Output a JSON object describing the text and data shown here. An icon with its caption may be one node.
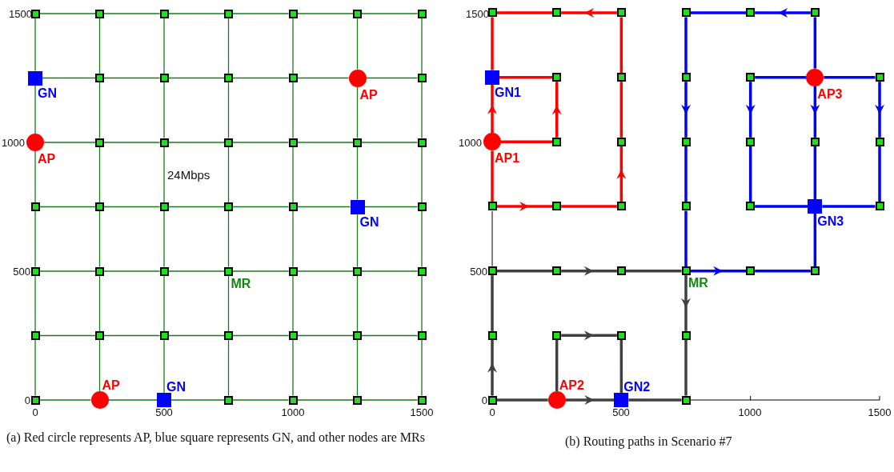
{
  "diagram": {
    "nodes": [
      {
        "text": [],
        "shape": "box"
      },
      {
        "text": [],
        "shape": "box"
      },
      {
        "text": [],
        "shape": "box"
      },
      {
        "text": [],
        "shape": "box"
      },
      {
        "text": [],
        "shape": "box"
      },
      {
        "text": [],
        "shape": "box"
      },
      {
        "text": [],
        "shape": "box"
      },
      {
        "text": [
          "GN"
        ]
      },
      {
        "text": [],
        "shape": "box"
      },
      {
        "text": [],
        "shape": "box"
      },
      {
        "text": [],
        "shape": "box"
      },
      {
        "text": [],
        "shape": "box"
      },
      {
        "text": [
          "AP"
        ]
      },
      {
        "text": [],
        "shape": "box"
      },
      {
        "text": [
          "AP"
        ]
      },
      {
        "text": [],
        "shape": "box"
      },
      {
        "text": [],
        "shape": "box"
      },
      {
        "text": [],
        "shape": "box"
      },
      {
        "text": [],
        "shape": "box"
      },
      {
        "text": [],
        "shape": "box"
      },
      {
        "text": [],
        "shape": "box"
      },
      {
        "text": [],
        "shape": "box"
      },
      {
        "text": [],
        "shape": "box"
      },
      {
        "text": [],
        "shape": "box"
      },
      {
        "text": [],
        "shape": "box"
      },
      {
        "text": [],
        "shape": "box"
      },
      {
        "text": [
          "GN"
        ]
      },
      {
        "text": [],
        "shape": "box"
      },
      {
        "text": [],
        "shape": "box"
      },
      {
        "text": [],
        "shape": "box"
      },
      {
        "text": [],
        "shape": "box"
      },
      {
        "text": [
          "MR"
        ]
      },
      {
        "text": [],
        "shape": "box"
      },
      {
        "text": [],
        "shape": "box"
      },
      {
        "text": [],
        "shape": "box"
      },
      {
        "text": [],
        "shape": "box"
      },
      {
        "text": [],
        "shape": "box"
      },
      {
        "text": [],
        "shape": "box"
      },
      {
        "text": [],
        "shape": "box"
      },
      {
        "text": [],
        "shape": "box"
      },
      {
        "text": [],
        "shape": "box"
      },
      {
        "text": [],
        "shape": "box"
      },
      {
        "text": [],
        "shape": "box"
      },
      {
        "text": [
          "AP"
        ]
      },
      {
        "text": [
          "GN"
        ]
      },
      {
        "text": [],
        "shape": "box"
      },
      {
        "text": [],
        "shape": "box"
      },
      {
        "text": [],
        "shape": "box"
      },
      {
        "text": [],
        "shape": "box"
      },
      {
        "text": [],
        "shape": "box"
      },
      {
        "text": [],
        "shape": "box"
      },
      {
        "text": [],
        "shape": "box"
      },
      {
        "text": [],
        "shape": "box"
      },
      {
        "text": [],
        "shape": "box"
      },
      {
        "text": [],
        "shape": "box"
      },
      {
        "text": [
          "GN1"
        ]
      },
      {
        "text": [],
        "shape": "box"
      },
      {
        "text": [],
        "shape": "box"
      },
      {
        "text": [],
        "shape": "box"
      },
      {
        "text": [],
        "shape": "box"
      },
      {
        "text": [
          "AP3"
        ]
      },
      {
        "text": [],
        "shape": "box"
      },
      {
        "text": [
          "AP1"
        ]
      },
      {
        "text": [],
        "shape": "box"
      },
      {
        "text": [],
        "shape": "box"
      },
      {
        "text": [],
        "shape": "box"
      },
      {
        "text": [],
        "shape": "box"
      },
      {
        "text": [],
        "shape": "box"
      },
      {
        "text": [],
        "shape": "box"
      },
      {
        "text": [],
        "shape": "box"
      },
      {
        "text": [],
        "shape": "box"
      },
      {
        "text": [],
        "shape": "box"
      },
      {
        "text": [],
        "shape": "box"
      },
      {
        "text": [],
        "shape": "box"
      },
      {
        "text": [
          "GN3"
        ]
      },
      {
        "text": [],
        "shape": "box"
      },
      {
        "text": [],
        "shape": "box"
      },
      {
        "text": [],
        "shape": "box"
      },
      {
        "text": [],
        "shape": "box"
      },
      {
        "text": [
          "MR"
        ]
      },
      {
        "text": [],
        "shape": "box"
      },
      {
        "text": [],
        "shape": "box"
      },
      {
        "text": [],
        "shape": "box"
      },
      {
        "text": [],
        "shape": "box"
      },
      {
        "text": [],
        "shape": "box"
      },
      {
        "text": [],
        "shape": "box"
      },
      {
        "text": [],
        "shape": "box"
      },
      {
        "text": [
          "AP2"
        ]
      },
      {
        "text": [
          "GN2"
        ]
      },
      {
        "text": [],
        "shape": "box"
      }
    ],
    "edges": [
      {
        "from": 0,
        "to": 1,
        "arrow": "none"
      },
      {
        "from": 1,
        "to": 2,
        "arrow": "none"
      },
      {
        "from": 2,
        "to": 3,
        "arrow": "none"
      },
      {
        "from": 3,
        "to": 4,
        "arrow": "none"
      },
      {
        "from": 4,
        "to": 5,
        "arrow": "none"
      },
      {
        "from": 5,
        "to": 6,
        "arrow": "none"
      },
      {
        "from": 7,
        "to": 8,
        "arrow": "none"
      },
      {
        "from": 8,
        "to": 9,
        "arrow": "none"
      },
      {
        "from": 9,
        "to": 10,
        "arrow": "none"
      },
      {
        "from": 10,
        "to": 11,
        "arrow": "none"
      },
      {
        "from": 11,
        "to": 12,
        "arrow": "none"
      },
      {
        "from": 12,
        "to": 13,
        "arrow": "none"
      },
      {
        "from": 14,
        "to": 15,
        "arrow": "none"
      },
      {
        "from": 15,
        "to": 16,
        "arrow": "none"
      },
      {
        "from": 16,
        "to": 17,
        "arrow": "none"
      },
      {
        "from": 17,
        "to": 18,
        "arrow": "none"
      },
      {
        "from": 18,
        "to": 19,
        "arrow": "none"
      },
      {
        "from": 19,
        "to": 20,
        "arrow": "none"
      },
      {
        "from": 21,
        "to": 22,
        "arrow": "none"
      },
      {
        "from": 22,
        "to": 23,
        "arrow": "none"
      },
      {
        "from": 23,
        "to": 24,
        "arrow": "none"
      },
      {
        "from": 24,
        "to": 25,
        "arrow": "none"
      },
      {
        "from": 25,
        "to": 26,
        "arrow": "none"
      },
      {
        "from": 26,
        "to": 27,
        "arrow": "none"
      },
      {
        "from": 28,
        "to": 29,
        "arrow": "none"
      },
      {
        "from": 29,
        "to": 30,
        "arrow": "none"
      },
      {
        "from": 30,
        "to": 31,
        "arrow": "none"
      },
      {
        "from": 31,
        "to": 32,
        "arrow": "none"
      },
      {
        "from": 32,
        "to": 33,
        "arrow": "none"
      },
      {
        "from": 33,
        "to": 34,
        "arrow": "none"
      },
      {
        "from": 35,
        "to": 36,
        "arrow": "none"
      },
      {
        "from": 36,
        "to": 37,
        "arrow": "none"
      },
      {
        "from": 37,
        "to": 38,
        "arrow": "none"
      },
      {
        "from": 38,
        "to": 39,
        "arrow": "none"
      },
      {
        "from": 39,
        "to": 40,
        "arrow": "none"
      },
      {
        "from": 40,
        "to": 41,
        "arrow": "none"
      },
      {
        "from": 42,
        "to": 43,
        "arrow": "none"
      },
      {
        "from": 43,
        "to": 44,
        "arrow": "none"
      },
      {
        "from": 44,
        "to": 45,
        "arrow": "none"
      },
      {
        "from": 45,
        "to": 46,
        "arrow": "none"
      },
      {
        "from": 46,
        "to": 47,
        "arrow": "none"
      },
      {
        "from": 47,
        "to": 48,
        "arrow": "none"
      },
      {
        "from": 0,
        "to": 7,
        "arrow": "none"
      },
      {
        "from": 1,
        "to": 8,
        "arrow": "none"
      },
      {
        "from": 2,
        "to": 9,
        "arrow": "none"
      },
      {
        "from": 3,
        "to": 10,
        "arrow": "none"
      },
      {
        "from": 4,
        "to": 11,
        "arrow": "none"
      },
      {
        "from": 5,
        "to": 12,
        "arrow": "none"
      },
      {
        "from": 6,
        "to": 13,
        "arrow": "none"
      },
      {
        "from": 7,
        "to": 14,
        "arrow": "none"
      },
      {
        "from": 8,
        "to": 15,
        "arrow": "none"
      },
      {
        "from": 9,
        "to": 16,
        "arrow": "none"
      },
      {
        "from": 10,
        "to": 17,
        "arrow": "none"
      },
      {
        "from": 11,
        "to": 18,
        "arrow": "none"
      },
      {
        "from": 12,
        "to": 19,
        "arrow": "none"
      },
      {
        "from": 13,
        "to": 20,
        "arrow": "none"
      },
      {
        "from": 14,
        "to": 21,
        "arrow": "none"
      },
      {
        "from": 15,
        "to": 22,
        "arrow": "none"
      },
      {
        "from": 16,
        "to": 23,
        "arrow": "none"
      },
      {
        "from": 17,
        "to": 24,
        "arrow": "none"
      },
      {
        "from": 18,
        "to": 25,
        "arrow": "none"
      },
      {
        "from": 19,
        "to": 26,
        "arrow": "none"
      },
      {
        "from": 20,
        "to": 27,
        "arrow": "none"
      },
      {
        "from": 21,
        "to": 28,
        "arrow": "none"
      },
      {
        "from": 22,
        "to": 29,
        "arrow": "none"
      },
      {
        "from": 23,
        "to": 30,
        "arrow": "none"
      },
      {
        "from": 24,
        "to": 31,
        "arrow": "none"
      },
      {
        "from": 25,
        "to": 32,
        "arrow": "none"
      },
      {
        "from": 26,
        "to": 33,
        "arrow": "none"
      },
      {
        "from": 27,
        "to": 34,
        "arrow": "none"
      },
      {
        "from": 28,
        "to": 35,
        "arrow": "none"
      },
      {
        "from": 29,
        "to": 36,
        "arrow": "none"
      },
      {
        "from": 30,
        "to": 37,
        "arrow": "none"
      },
      {
        "from": 31,
        "to": 38,
        "arrow": "none"
      },
      {
        "from": 32,
        "to": 39,
        "arrow": "none"
      },
      {
        "from": 33,
        "to": 40,
        "arrow": "none"
      },
      {
        "from": 34,
        "to": 41,
        "arrow": "none"
      },
      {
        "from": 35,
        "to": 42,
        "arrow": "none"
      },
      {
        "from": 36,
        "to": 43,
        "arrow": "none"
      },
      {
        "from": 37,
        "to": 44,
        "arrow": "none"
      },
      {
        "from": 38,
        "to": 45,
        "arrow": "none"
      },
      {
        "from": 39,
        "to": 46,
        "arrow": "none"
      },
      {
        "from": 40,
        "to": 47,
        "arrow": "none"
      },
      {
        "from": 41,
        "to": 48,
        "arrow": "none"
      },
      {
        "from": 62,
        "to": 55,
        "arrow": "to",
        "style": "thick",
        "color": "#ff0000"
      },
      {
        "from": 62,
        "to": 63,
        "arrow": "none",
        "style": "thick",
        "color": "#ff0000"
      },
      {
        "from": 63,
        "to": 56,
        "arrow": "to",
        "style": "thick",
        "color": "#ff0000"
      },
      {
        "from": 56,
        "to": 55,
        "arrow": "none",
        "style": "thick",
        "color": "#ff0000"
      },
      {
        "from": 62,
        "to": 69,
        "arrow": "none",
        "style": "thick",
        "color": "#ff0000"
      },
      {
        "from": 69,
        "to": 70,
        "arrow": "to",
        "style": "thick",
        "color": "#ff0000"
      },
      {
        "from": 70,
        "to": 71,
        "arrow": "none",
        "style": "thick",
        "color": "#ff0000"
      },
      {
        "from": 71,
        "to": 64,
        "arrow": "to",
        "style": "thick",
        "color": "#ff0000"
      },
      {
        "from": 64,
        "to": 57,
        "arrow": "none",
        "style": "thick",
        "color": "#ff0000"
      },
      {
        "from": 57,
        "to": 51,
        "arrow": "none",
        "style": "thick",
        "color": "#ff0000"
      },
      {
        "from": 51,
        "to": 50,
        "arrow": "to",
        "style": "thick",
        "color": "#ff0000"
      },
      {
        "from": 50,
        "to": 49,
        "arrow": "none",
        "style": "thick",
        "color": "#ff0000"
      },
      {
        "from": 49,
        "to": 55,
        "arrow": "none",
        "style": "thick",
        "color": "#ff0000"
      },
      {
        "from": 87,
        "to": 86,
        "arrow": "none",
        "style": "thick",
        "color": "#404040"
      },
      {
        "from": 86,
        "to": 82,
        "arrow": "to",
        "style": "thick",
        "color": "#404040"
      },
      {
        "from": 82,
        "to": 76,
        "arrow": "none",
        "style": "thick",
        "color": "#404040"
      },
      {
        "from": 76,
        "to": 77,
        "arrow": "none",
        "style": "thick",
        "color": "#404040"
      },
      {
        "from": 77,
        "to": 78,
        "arrow": "to",
        "style": "thick",
        "color": "#404040"
      },
      {
        "from": 78,
        "to": 79,
        "arrow": "none",
        "style": "thick",
        "color": "#404040"
      },
      {
        "from": 79,
        "to": 85,
        "arrow": "to",
        "style": "thick",
        "color": "#404040"
      },
      {
        "from": 85,
        "to": 89,
        "arrow": "none",
        "style": "thick",
        "color": "#404040"
      },
      {
        "from": 89,
        "to": 88,
        "arrow": "none",
        "style": "thick",
        "color": "#404040"
      },
      {
        "from": 87,
        "to": 88,
        "arrow": "to",
        "style": "thick",
        "color": "#404040"
      },
      {
        "from": 87,
        "to": 83,
        "arrow": "none",
        "style": "thick",
        "color": "#404040"
      },
      {
        "from": 83,
        "to": 84,
        "arrow": "to",
        "style": "thick",
        "color": "#404040"
      },
      {
        "from": 84,
        "to": 88,
        "arrow": "none",
        "style": "thick",
        "color": "#404040"
      },
      {
        "from": 60,
        "to": 54,
        "arrow": "none",
        "style": "thick",
        "color": "#0000ff"
      },
      {
        "from": 54,
        "to": 53,
        "arrow": "to",
        "style": "thick",
        "color": "#0000ff"
      },
      {
        "from": 53,
        "to": 52,
        "arrow": "none",
        "style": "thick",
        "color": "#0000ff"
      },
      {
        "from": 52,
        "to": 58,
        "arrow": "none",
        "style": "thick",
        "color": "#0000ff"
      },
      {
        "from": 58,
        "to": 65,
        "arrow": "to",
        "style": "thick",
        "color": "#0000ff"
      },
      {
        "from": 65,
        "to": 72,
        "arrow": "none",
        "style": "thick",
        "color": "#0000ff"
      },
      {
        "from": 72,
        "to": 79,
        "arrow": "none",
        "style": "thick",
        "color": "#0000ff"
      },
      {
        "from": 79,
        "to": 80,
        "arrow": "to",
        "style": "thick",
        "color": "#0000ff"
      },
      {
        "from": 80,
        "to": 81,
        "arrow": "none",
        "style": "thick",
        "color": "#0000ff"
      },
      {
        "from": 81,
        "to": 74,
        "arrow": "none",
        "style": "thick",
        "color": "#0000ff"
      },
      {
        "from": 60,
        "to": 59,
        "arrow": "none",
        "style": "thick",
        "color": "#0000ff"
      },
      {
        "from": 59,
        "to": 66,
        "arrow": "to",
        "style": "thick",
        "color": "#0000ff"
      },
      {
        "from": 66,
        "to": 73,
        "arrow": "none",
        "style": "thick",
        "color": "#0000ff"
      },
      {
        "from": 73,
        "to": 74,
        "arrow": "none",
        "style": "thick",
        "color": "#0000ff"
      },
      {
        "from": 60,
        "to": 67,
        "arrow": "to",
        "style": "thick",
        "color": "#0000ff"
      },
      {
        "from": 67,
        "to": 74,
        "arrow": "none",
        "style": "thick",
        "color": "#0000ff"
      },
      {
        "from": 60,
        "to": 61,
        "arrow": "none",
        "style": "thick",
        "color": "#0000ff"
      },
      {
        "from": 61,
        "to": 68,
        "arrow": "to",
        "style": "thick",
        "color": "#0000ff"
      },
      {
        "from": 68,
        "to": 75,
        "arrow": "none",
        "style": "thick",
        "color": "#0000ff"
      },
      {
        "from": 75,
        "to": 74,
        "arrow": "none",
        "style": "thick",
        "color": "#0000ff"
      }
    ],
    "labels": [
      "1500",
      "1000",
      "24Mbps",
      "500",
      "0",
      "0",
      "500",
      "1000",
      "1500",
      "1500",
      "1000",
      "500",
      "0",
      "0",
      "500",
      "1000",
      "1500",
      "(a) Red circle represents AP, blue square represents GN, and other nodes are MRs",
      "(b) Routing paths in Scenario #7"
    ]
  }
}
